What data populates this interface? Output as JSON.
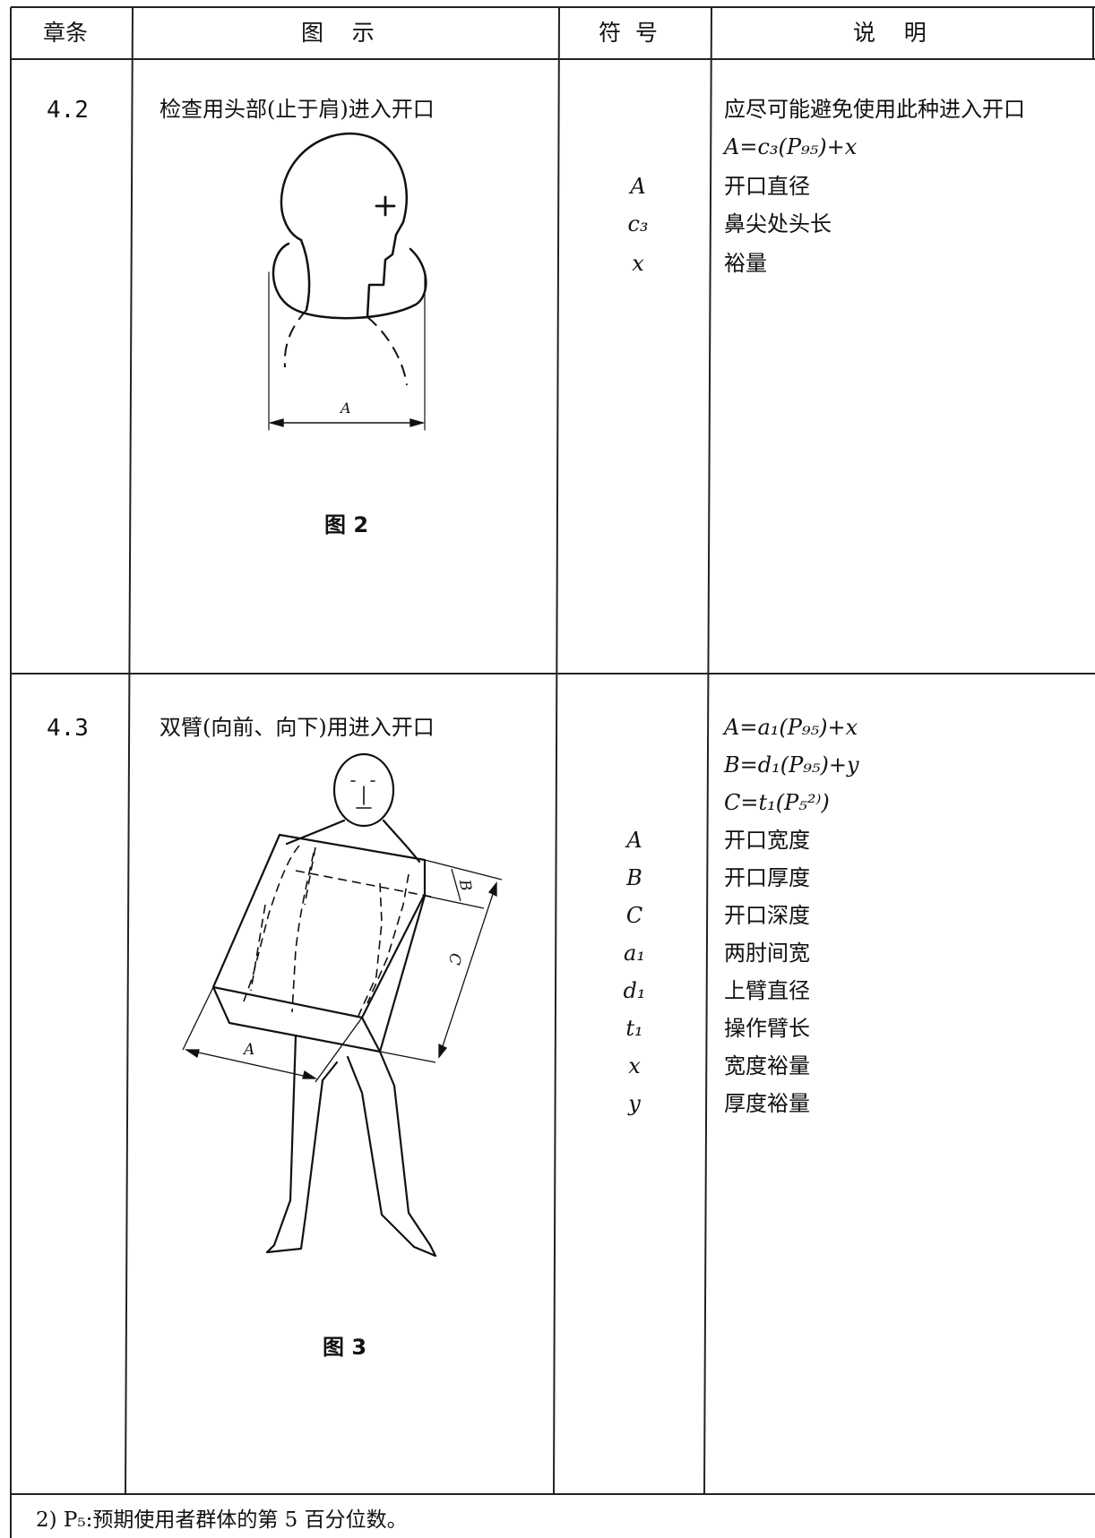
{
  "header": {
    "col_clause": "章条",
    "col_figure": "图    示",
    "col_symbol": "符  号",
    "col_desc": "说    明"
  },
  "rows": [
    {
      "clause": "4.2",
      "caption": "检查用头部(止于肩)进入开口",
      "figure_label": "图 2",
      "dim_label": "A",
      "desc_lines": [
        "应尽可能避免使用此种进入开口",
        "A=c₃(P₉₅)+x"
      ],
      "symbols": [
        {
          "sym": "A",
          "desc": "开口直径"
        },
        {
          "sym": "c₃",
          "desc": "鼻尖处头长"
        },
        {
          "sym": "x",
          "desc": "裕量"
        }
      ]
    },
    {
      "clause": "4.3",
      "caption": "双臂(向前、向下)用进入开口",
      "figure_label": "图 3",
      "dim_labels": [
        "A",
        "B",
        "C"
      ],
      "formulas": [
        "A=a₁(P₉₅)+x",
        "B=d₁(P₉₅)+y",
        "C=t₁(P₅²⁾)"
      ],
      "symbols": [
        {
          "sym": "A",
          "desc": "开口宽度"
        },
        {
          "sym": "B",
          "desc": "开口厚度"
        },
        {
          "sym": "C",
          "desc": "开口深度"
        },
        {
          "sym": "a₁",
          "desc": "两肘间宽"
        },
        {
          "sym": "d₁",
          "desc": "上臂直径"
        },
        {
          "sym": "t₁",
          "desc": "操作臂长"
        },
        {
          "sym": "x",
          "desc": "宽度裕量"
        },
        {
          "sym": "y",
          "desc": "厚度裕量"
        }
      ]
    }
  ],
  "footnote": "2) P₅:预期使用者群体的第 5 百分位数。"
}
